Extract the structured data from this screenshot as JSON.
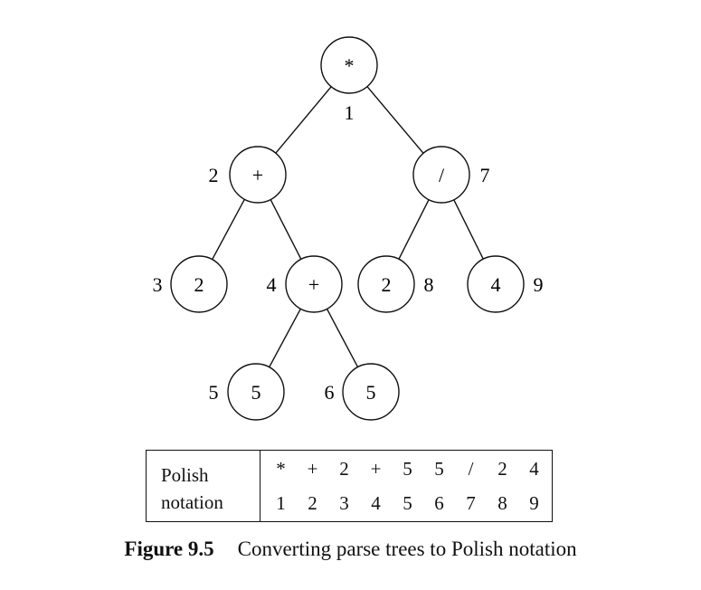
{
  "tree": {
    "nodes": [
      {
        "id": "n1",
        "symbol": "*",
        "order": "1"
      },
      {
        "id": "n2",
        "symbol": "+",
        "order": "2"
      },
      {
        "id": "n3",
        "symbol": "2",
        "order": "3"
      },
      {
        "id": "n4",
        "symbol": "+",
        "order": "4"
      },
      {
        "id": "n5",
        "symbol": "5",
        "order": "5"
      },
      {
        "id": "n6",
        "symbol": "5",
        "order": "6"
      },
      {
        "id": "n7",
        "symbol": "/",
        "order": "7"
      },
      {
        "id": "n8",
        "symbol": "2",
        "order": "8"
      },
      {
        "id": "n9",
        "symbol": "4",
        "order": "9"
      }
    ],
    "edges": [
      [
        "n1",
        "n2"
      ],
      [
        "n1",
        "n7"
      ],
      [
        "n2",
        "n3"
      ],
      [
        "n2",
        "n4"
      ],
      [
        "n4",
        "n5"
      ],
      [
        "n4",
        "n6"
      ],
      [
        "n7",
        "n8"
      ],
      [
        "n7",
        "n9"
      ]
    ]
  },
  "table": {
    "header_line1": "Polish",
    "header_line2": "notation",
    "symbols": [
      "*",
      "+",
      "2",
      "+",
      "5",
      "5",
      "/",
      "2",
      "4"
    ],
    "orders": [
      "1",
      "2",
      "3",
      "4",
      "5",
      "6",
      "7",
      "8",
      "9"
    ]
  },
  "caption": {
    "number": "Figure 9.5",
    "text": "Converting parse trees to Polish notation"
  }
}
